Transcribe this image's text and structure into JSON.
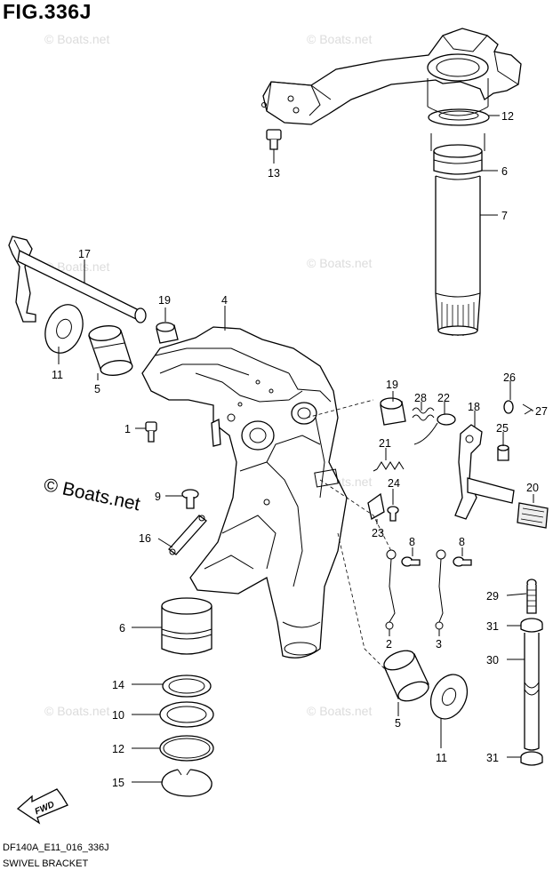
{
  "figure": {
    "title": "FIG.336J",
    "model_code": "DF140A_E11_016_336J",
    "caption": "SWIVEL BRACKET",
    "watermark": "© Boats.net",
    "fwd_label": "FWD"
  },
  "callouts": [
    {
      "id": "c-12a",
      "label": "12"
    },
    {
      "id": "c-6a",
      "label": "6"
    },
    {
      "id": "c-7",
      "label": "7"
    },
    {
      "id": "c-13",
      "label": "13"
    },
    {
      "id": "c-17",
      "label": "17"
    },
    {
      "id": "c-19a",
      "label": "19"
    },
    {
      "id": "c-4",
      "label": "4"
    },
    {
      "id": "c-11a",
      "label": "11"
    },
    {
      "id": "c-5a",
      "label": "5"
    },
    {
      "id": "c-1",
      "label": "1"
    },
    {
      "id": "c-19b",
      "label": "19"
    },
    {
      "id": "c-28",
      "label": "28"
    },
    {
      "id": "c-22",
      "label": "22"
    },
    {
      "id": "c-18",
      "label": "18"
    },
    {
      "id": "c-26",
      "label": "26"
    },
    {
      "id": "c-27",
      "label": "27"
    },
    {
      "id": "c-25",
      "label": "25"
    },
    {
      "id": "c-21",
      "label": "21"
    },
    {
      "id": "c-24",
      "label": "24"
    },
    {
      "id": "c-20",
      "label": "20"
    },
    {
      "id": "c-9",
      "label": "9"
    },
    {
      "id": "c-23",
      "label": "23"
    },
    {
      "id": "c-8a",
      "label": "8"
    },
    {
      "id": "c-8b",
      "label": "8"
    },
    {
      "id": "c-16",
      "label": "16"
    },
    {
      "id": "c-29",
      "label": "29"
    },
    {
      "id": "c-31a",
      "label": "31"
    },
    {
      "id": "c-2",
      "label": "2"
    },
    {
      "id": "c-3",
      "label": "3"
    },
    {
      "id": "c-6b",
      "label": "6"
    },
    {
      "id": "c-30",
      "label": "30"
    },
    {
      "id": "c-14",
      "label": "14"
    },
    {
      "id": "c-10",
      "label": "10"
    },
    {
      "id": "c-5b",
      "label": "5"
    },
    {
      "id": "c-12b",
      "label": "12"
    },
    {
      "id": "c-11b",
      "label": "11"
    },
    {
      "id": "c-31b",
      "label": "31"
    },
    {
      "id": "c-15",
      "label": "15"
    }
  ]
}
